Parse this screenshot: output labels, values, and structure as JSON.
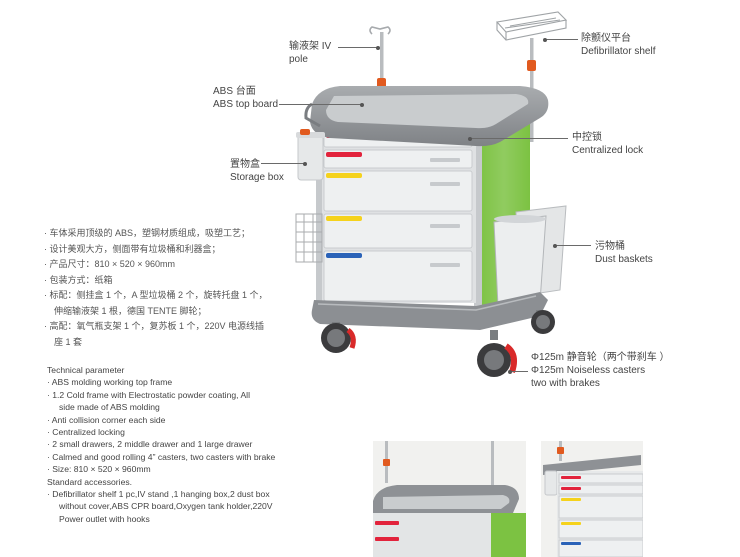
{
  "callouts": {
    "iv_pole": {
      "cn": "输液架 IV",
      "en": "pole"
    },
    "defib_shelf": {
      "cn": "除颤仪平台",
      "en": "Defibrillator shelf"
    },
    "abs_top": {
      "cn": "ABS 台面",
      "en": "ABS top board"
    },
    "central_lock": {
      "cn": "中控锁",
      "en": "Centralized lock"
    },
    "storage_box": {
      "cn": "置物盒",
      "en": "Storage box"
    },
    "dust_baskets": {
      "cn": "污物桶",
      "en": "Dust baskets"
    },
    "casters": {
      "cn": "Φ125m 静音轮（两个带刹车 ）",
      "en1": "Φ125m Noiseless casters",
      "en2": "two with brakes"
    }
  },
  "chinese_features": [
    "· 车体采用顶级的 ABS，塑钢材质组成，吸塑工艺；",
    "· 设计美观大方，侧面带有垃圾桶和利器盒；",
    "· 产品尺寸：810 × 520 × 960mm",
    "· 包装方式：纸箱",
    "· 标配：侧挂盒 1 个，A 型垃圾桶 2 个，旋转托盘 1 个，",
    "伸缩输液架 1 根，德国 TENTE 脚轮；",
    "· 高配：氧气瓶支架 1 个，复苏板 1 个，220V 电源线插",
    "座 1 套"
  ],
  "technical": {
    "heading": "Technical parameter",
    "items": [
      "· ABS molding working top frame",
      "· 1.2 Cold frame with Electrostatic powder coating, All",
      "side made of ABS molding",
      "· Anti collision corner each side",
      "· Centralized locking",
      "· 2 small drawers, 2 middle drawer and 1 large drawer",
      "· Calmed and good rolling 4”  casters, two casters with brake",
      "· Size: 810 × 520 × 960mm"
    ],
    "accessories_heading": "Standard accessories.",
    "accessories": [
      "· Defibrillator shelf 1 pc,IV stand ,1 hanging box,2 dust box",
      "without cover,ABS CPR board,Oxygen tank holder,220V",
      "Power outlet with hooks"
    ]
  },
  "colors": {
    "cart_gray": "#8c8f93",
    "drawer_white": "#eef0f1",
    "panel_green": "#7cc242",
    "drawer_red": "#e2233c",
    "drawer_yellow": "#f5d21c",
    "drawer_blue": "#2a62b8",
    "caster_red": "#d92a2a"
  }
}
